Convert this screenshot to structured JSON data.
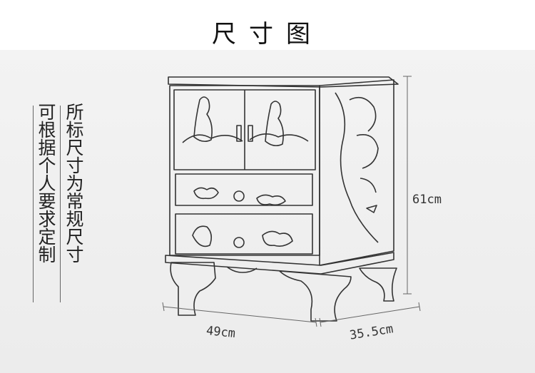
{
  "page": {
    "title": "尺寸图"
  },
  "notes": {
    "col1": "可根据个人要求定制",
    "col2": "所标尺寸为常规尺寸"
  },
  "dimensions": {
    "height": "61cm",
    "width": "49cm",
    "depth": "35.5cm"
  },
  "colors": {
    "background": "#ededed",
    "line": "#333333"
  }
}
